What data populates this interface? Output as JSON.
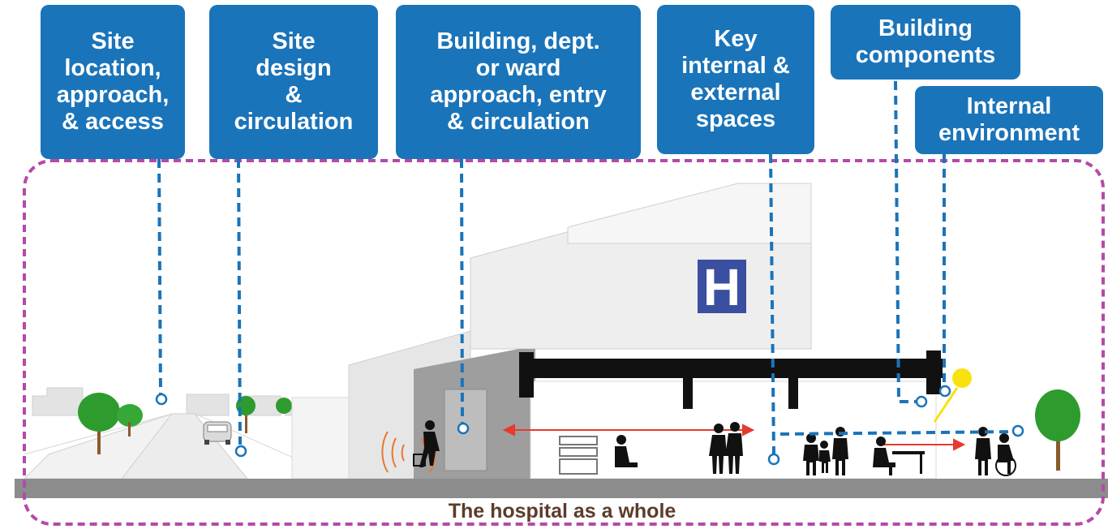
{
  "callouts": [
    {
      "id": "site-location",
      "label": "Site\nlocation,\napproach,\n& access"
    },
    {
      "id": "site-design",
      "label": "Site\ndesign\n&\ncirculation"
    },
    {
      "id": "building-approach",
      "label": "Building, dept.\nor ward\napproach, entry\n& circulation"
    },
    {
      "id": "key-spaces",
      "label": "Key\ninternal &\nexternal\nspaces"
    },
    {
      "id": "building-components",
      "label": "Building\ncomponents"
    },
    {
      "id": "internal-environment",
      "label": "Internal\nenvironment"
    }
  ],
  "sign_letter": "H",
  "caption": "The hospital as a whole",
  "colors": {
    "callout": "#1a74b9",
    "boundary": "#b44aa8",
    "ground": "#8c8c8c",
    "beam": "#111111",
    "arrow": "#e63a2e",
    "tree": "#2e9b2e",
    "sun": "#f7e20e"
  }
}
